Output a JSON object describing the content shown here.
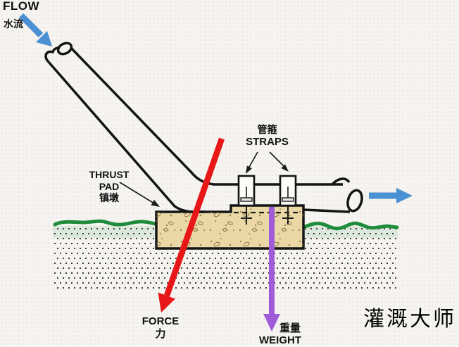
{
  "diagram": {
    "labels": {
      "flow_en": "FLOW",
      "flow_zh": "水流",
      "straps_zh": "管箍",
      "straps_en": "STRAPS",
      "thrust_pad_en_line1": "THRUST",
      "thrust_pad_en_line2": "PAD",
      "thrust_pad_zh": "镇墩",
      "force_en": "FORCE",
      "force_zh": "力",
      "weight_zh": "重量",
      "weight_en": "WEIGHT"
    },
    "watermark": "灌溉大师",
    "icons": {
      "flow_in": "flow-direction-arrow",
      "flow_out": "outflow-direction-arrow",
      "force": "force-vector-arrow",
      "weight": "weight-vector-arrow",
      "thrust_pointer": "thrust-pad-pointer-arrow",
      "strap_pointers": "straps-pointer-arrows"
    },
    "colors": {
      "flow_arrow": "#4a90d2",
      "force_arrow": "#e81717",
      "weight_arrow": "#a05cd8",
      "ground_green": "#1f8c3c",
      "ground_band": "#dce8dc",
      "pad_fill": "#ead9a7",
      "outline": "#141414",
      "strap_fill": "#fdfdfa"
    }
  }
}
